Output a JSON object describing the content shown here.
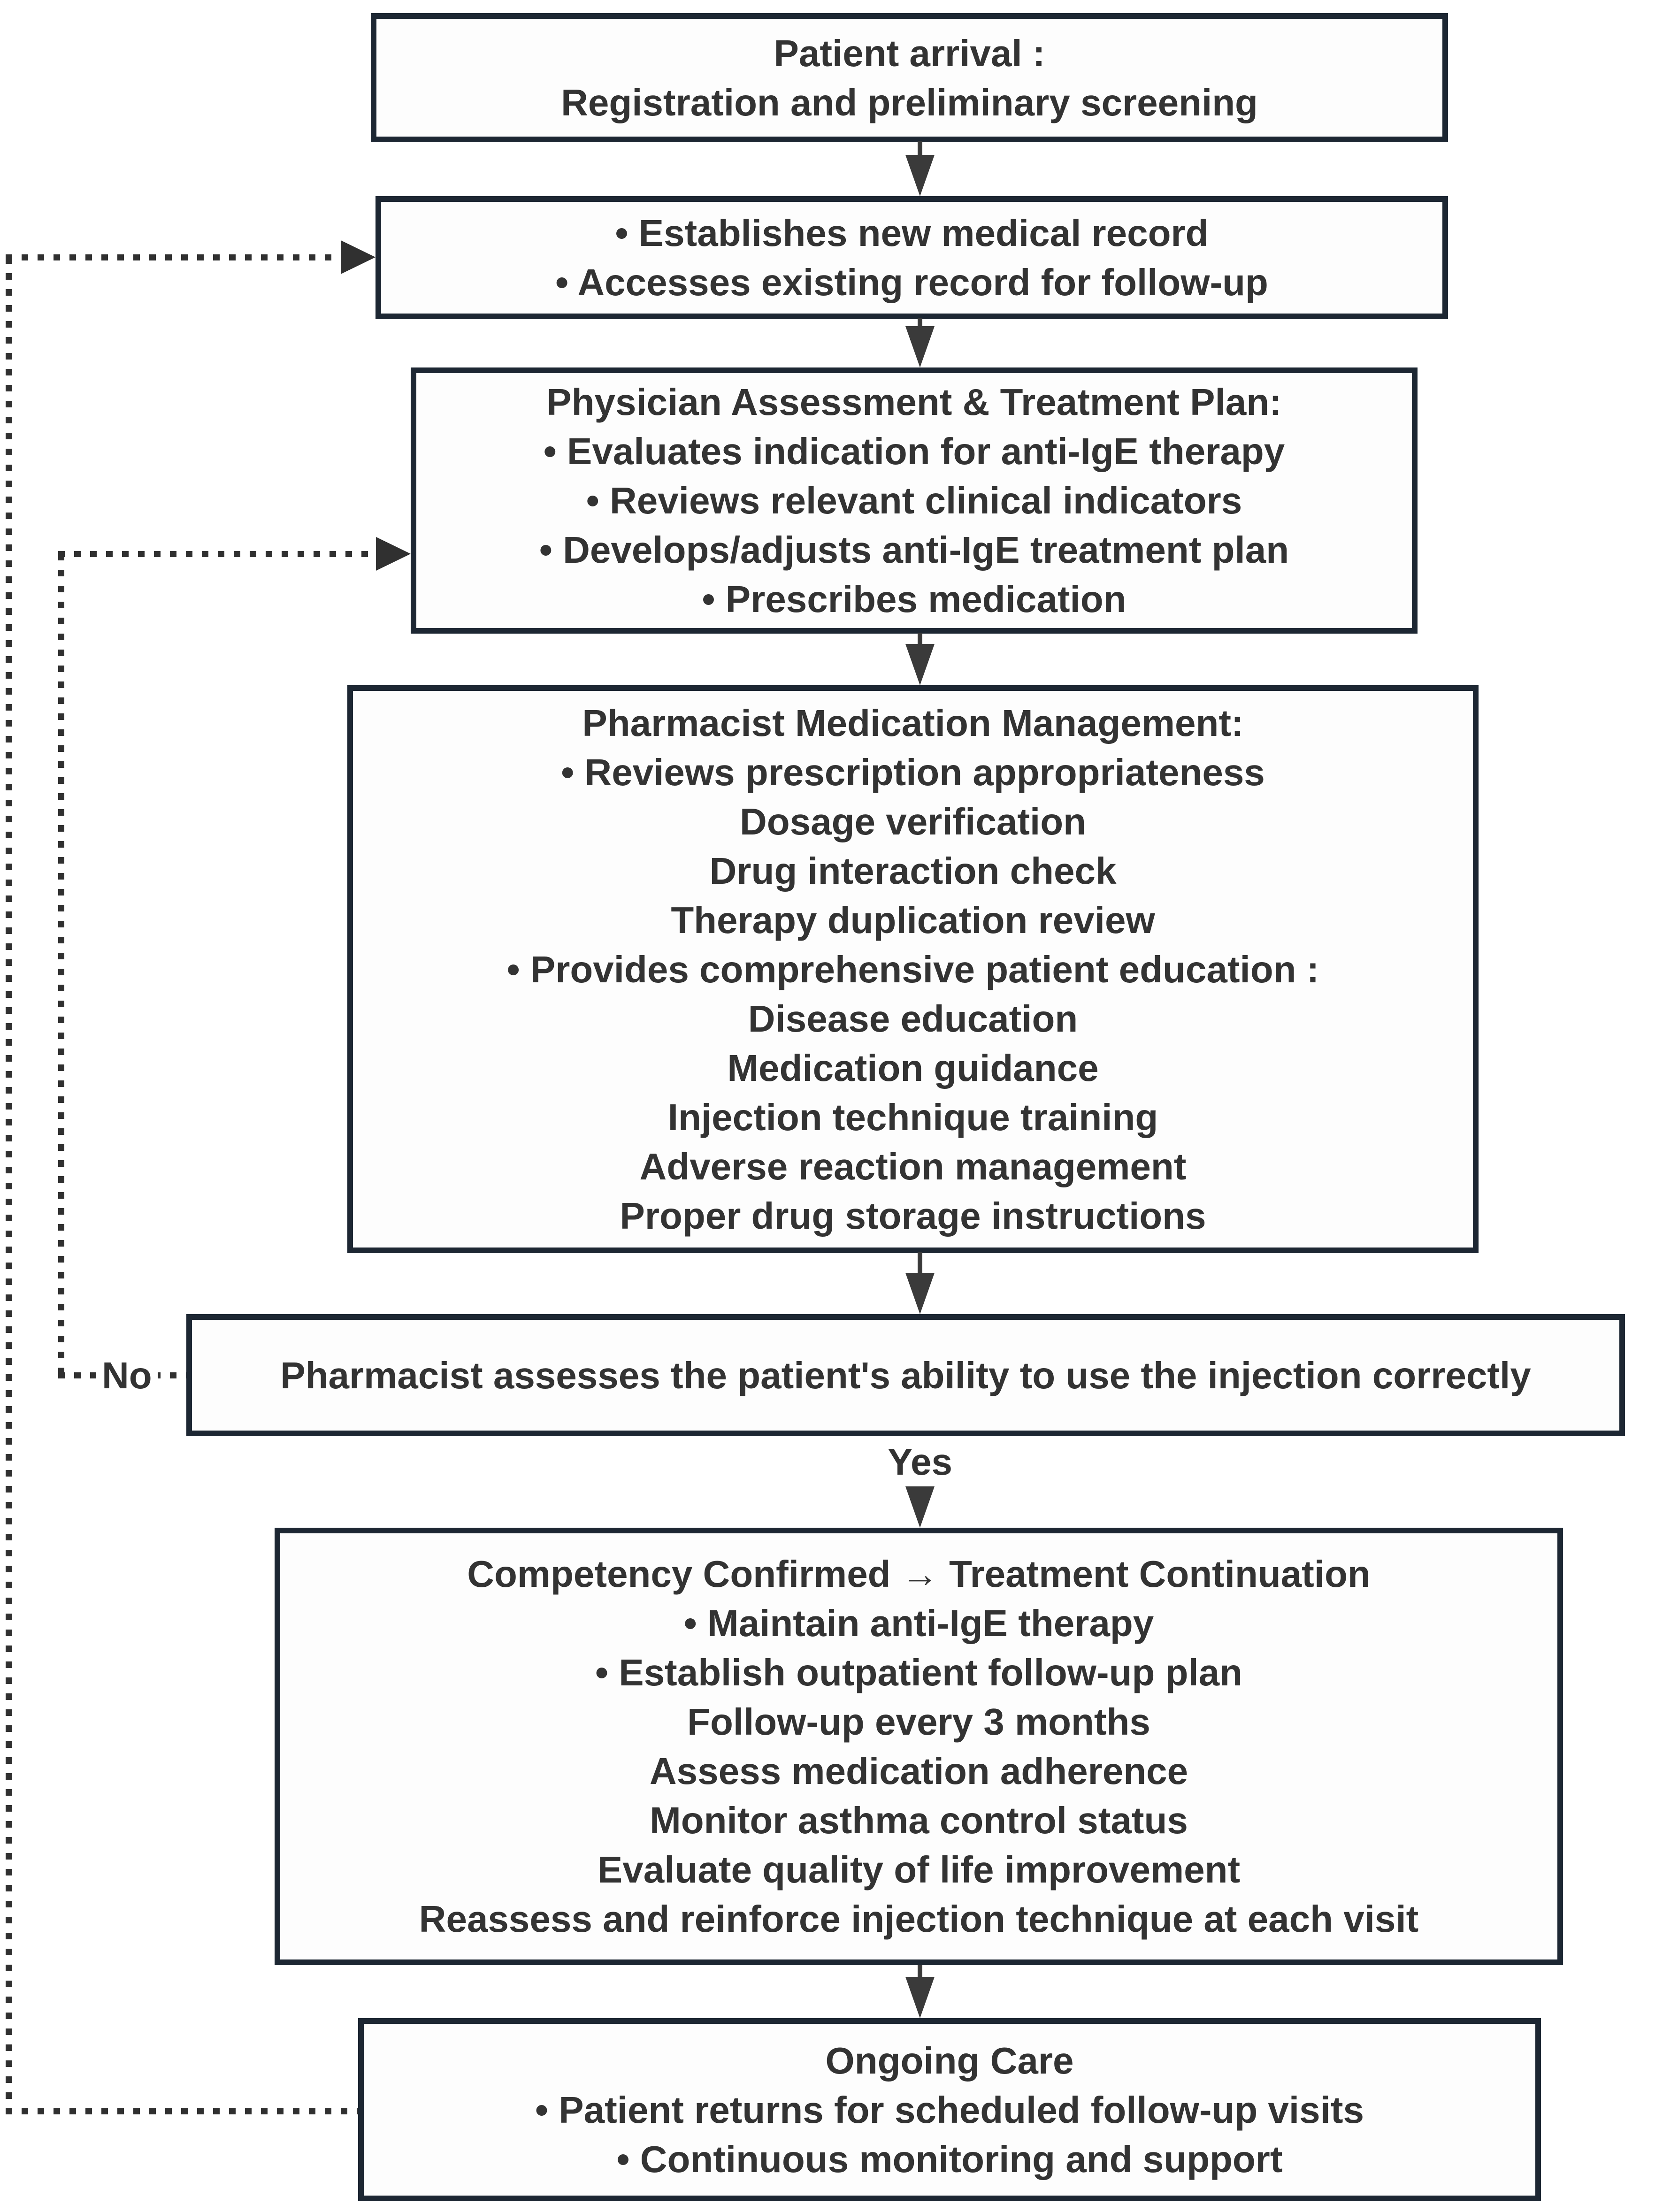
{
  "labels": {
    "yes": "Yes",
    "no": "No"
  },
  "colors": {
    "background": "#ffffff",
    "box_border": "#1d2733",
    "text": "#333333",
    "solid_arrow": "#3a3a3a",
    "dotted_line": "#303030"
  },
  "boxes": [
    {
      "id": "patient-arrival",
      "lines": [
        "Patient arrival :",
        "Registration and preliminary screening"
      ]
    },
    {
      "id": "medical-record",
      "lines": [
        "• Establishes new medical record",
        "• Accesses existing record for follow-up"
      ]
    },
    {
      "id": "physician-assessment",
      "lines": [
        "Physician Assessment & Treatment Plan:",
        "• Evaluates indication for anti-IgE therapy",
        "• Reviews relevant clinical indicators",
        "• Develops/adjusts anti-IgE treatment plan",
        "• Prescribes medication"
      ]
    },
    {
      "id": "pharmacist-medication-management",
      "lines": [
        "Pharmacist Medication Management:",
        "• Reviews prescription appropriateness",
        "Dosage verification",
        "Drug interaction check",
        "Therapy duplication review",
        "• Provides comprehensive patient education :",
        "Disease education",
        "Medication guidance",
        "Injection technique training",
        "Adverse reaction management",
        "Proper drug storage instructions"
      ]
    },
    {
      "id": "pharmacist-assessment",
      "lines": [
        "Pharmacist assesses the patient's ability to use the injection correctly"
      ]
    },
    {
      "id": "competency-confirmed",
      "lines": [
        "Competency Confirmed → Treatment Continuation",
        "• Maintain anti-IgE therapy",
        "• Establish outpatient follow-up plan",
        "Follow-up every 3 months",
        "Assess medication adherence",
        "Monitor asthma control status",
        "Evaluate quality of life improvement",
        "Reassess and reinforce injection technique at each visit"
      ]
    },
    {
      "id": "ongoing-care",
      "lines": [
        "Ongoing Care",
        "• Patient returns for scheduled follow-up visits",
        "• Continuous monitoring and support"
      ]
    }
  ]
}
